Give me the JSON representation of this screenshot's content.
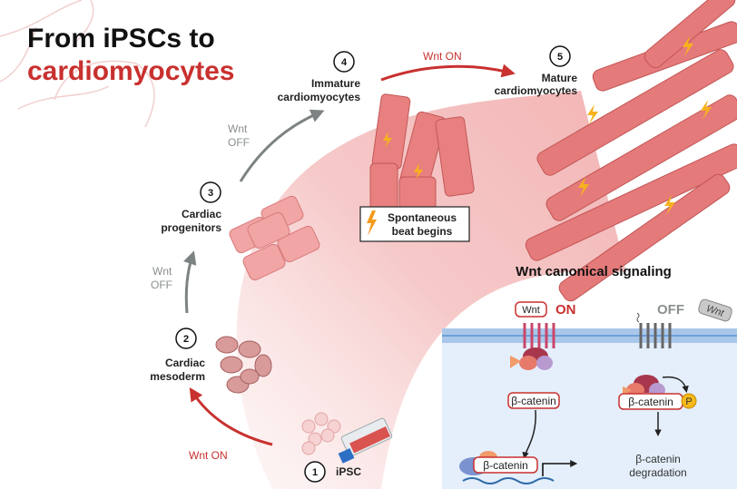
{
  "title": {
    "line1": "From iPSCs to",
    "line2": "cardiomyocytes"
  },
  "colors": {
    "accent_red": "#c8312f",
    "gray_arrow": "#8a8f90",
    "cell_pink": "#e98585",
    "panel_blue": "#e4effb"
  },
  "steps": [
    {
      "number": "1",
      "label": "iPSC"
    },
    {
      "number": "2",
      "label_line1": "Cardiac",
      "label_line2": "mesoderm"
    },
    {
      "number": "3",
      "label_line1": "Cardiac",
      "label_line2": "progenitors"
    },
    {
      "number": "4",
      "label_line1": "Immature",
      "label_line2": "cardiomyocytes"
    },
    {
      "number": "5",
      "label_line1": "Mature",
      "label_line2": "cardiomyocytes"
    }
  ],
  "transitions": [
    {
      "line1": "Wnt ON"
    },
    {
      "line1": "Wnt",
      "line2": "OFF"
    },
    {
      "line1": "Wnt",
      "line2": "OFF"
    },
    {
      "line1": "Wnt ON"
    }
  ],
  "beat_box": {
    "line1": "Spontaneous",
    "line2": "beat begins",
    "icon": "lightning-icon"
  },
  "signaling": {
    "title": "Wnt canonical signaling",
    "on": {
      "ligand": "Wnt",
      "state": "ON",
      "protein": "β-catenin",
      "nuclear_protein": "β-catenin"
    },
    "off": {
      "ligand": "Wnt",
      "state": "OFF",
      "protein": "β-catenin",
      "phospho": "P",
      "result_line1": "β-catenin",
      "result_line2": "degradation"
    }
  }
}
